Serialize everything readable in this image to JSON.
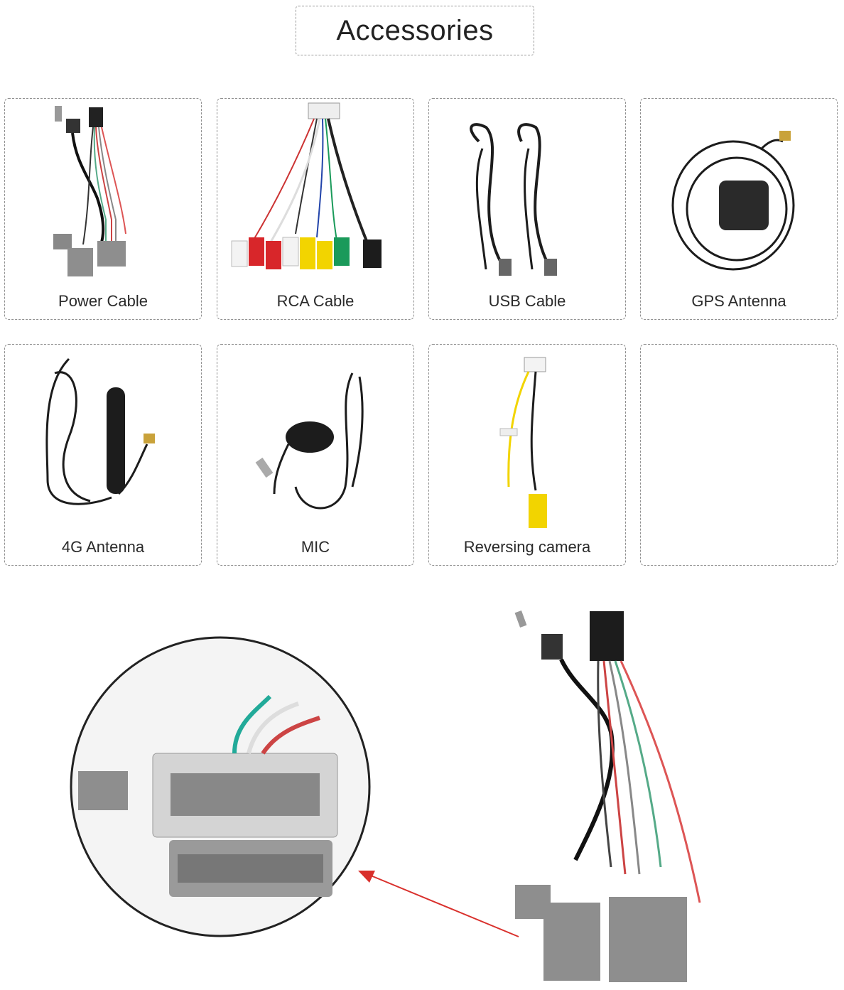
{
  "title": "Accessories",
  "accessories": [
    {
      "label": "Power Cable"
    },
    {
      "label": "RCA Cable"
    },
    {
      "label": "USB Cable"
    },
    {
      "label": "GPS Antenna"
    },
    {
      "label": "4G Antenna"
    },
    {
      "label": "MIC"
    },
    {
      "label": "Reversing camera"
    },
    {
      "label": ""
    }
  ],
  "colors": {
    "arrow": "#d9302c",
    "connector_gray": "#8e8e8e",
    "cable_black": "#1c1c1c",
    "rca_red": "#d8262a",
    "rca_yellow": "#f2d400",
    "rca_green": "#1a9a5a",
    "frame_border": "#8f8f8f"
  }
}
